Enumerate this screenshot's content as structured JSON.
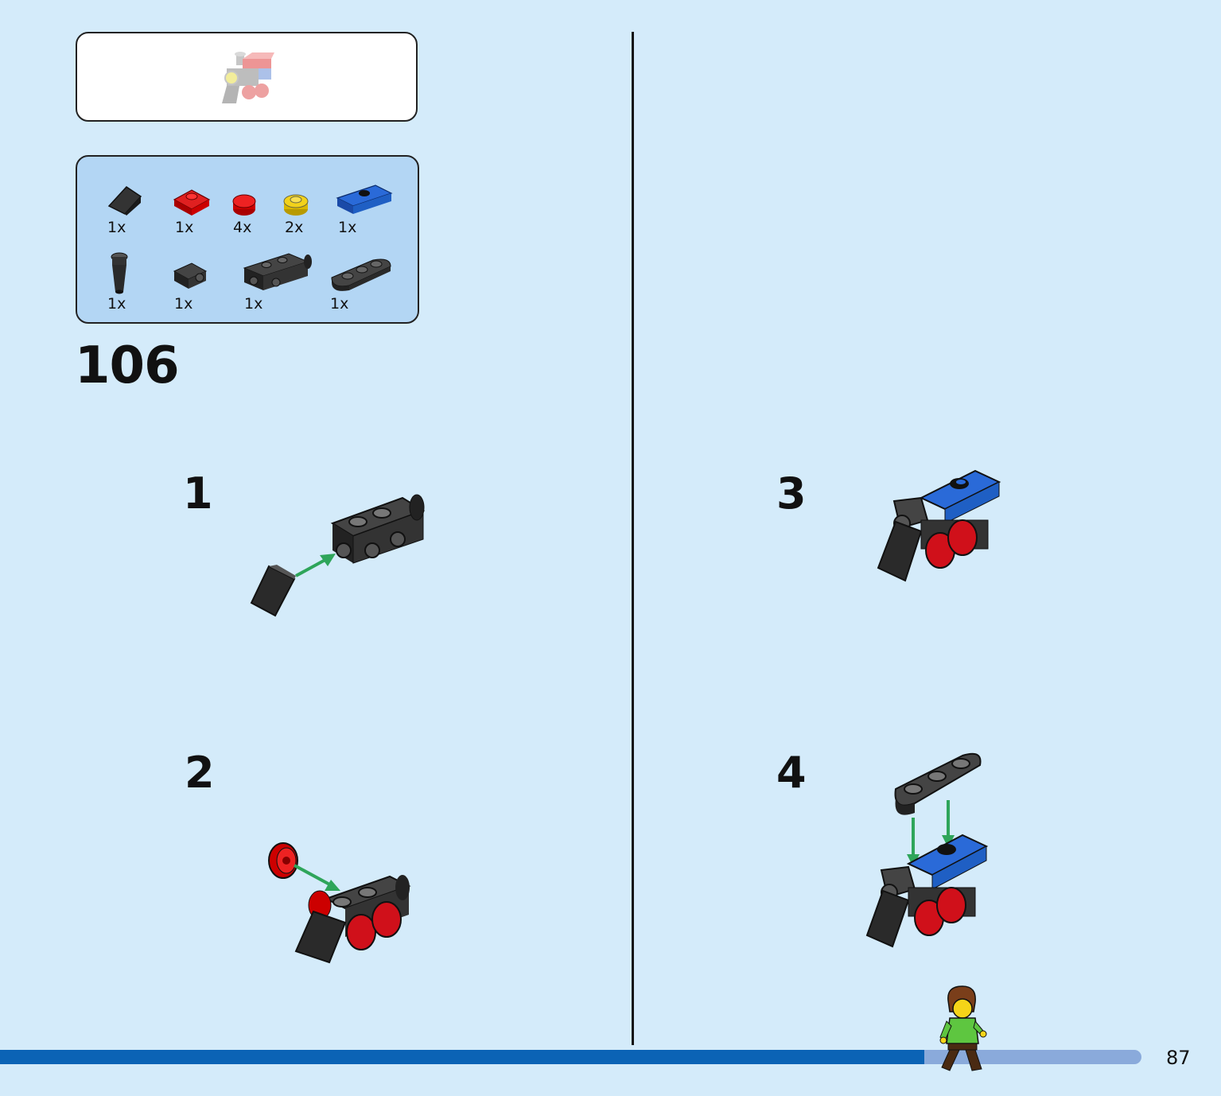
{
  "set_number": "106",
  "parts": [
    {
      "qty": "1x",
      "icon": "black-slope-brick-icon"
    },
    {
      "qty": "1x",
      "icon": "red-plate-icon"
    },
    {
      "qty": "4x",
      "icon": "red-round-tile-icon"
    },
    {
      "qty": "2x",
      "icon": "yellow-round-plate-icon"
    },
    {
      "qty": "1x",
      "icon": "blue-jumper-plate-icon"
    },
    {
      "qty": "1x",
      "icon": "black-cone-icon"
    },
    {
      "qty": "1x",
      "icon": "black-bracket-icon"
    },
    {
      "qty": "1x",
      "icon": "black-wheel-holder-brick-icon"
    },
    {
      "qty": "1x",
      "icon": "black-plate-1x3-icon"
    }
  ],
  "steps": [
    {
      "number": "1"
    },
    {
      "number": "2"
    },
    {
      "number": "3"
    },
    {
      "number": "4"
    }
  ],
  "page_number": "87",
  "progress": 0.81,
  "colors": {
    "background": "#d4ebfa",
    "parts_box": "#b3d6f4",
    "progress_fill": "#0b63b5",
    "progress_track": "#8aaadb",
    "arrow": "#2ea55a",
    "red": "#d0101a",
    "blue": "#1f5fc4",
    "yellow": "#f2d21b",
    "black": "#2a2a2a"
  }
}
